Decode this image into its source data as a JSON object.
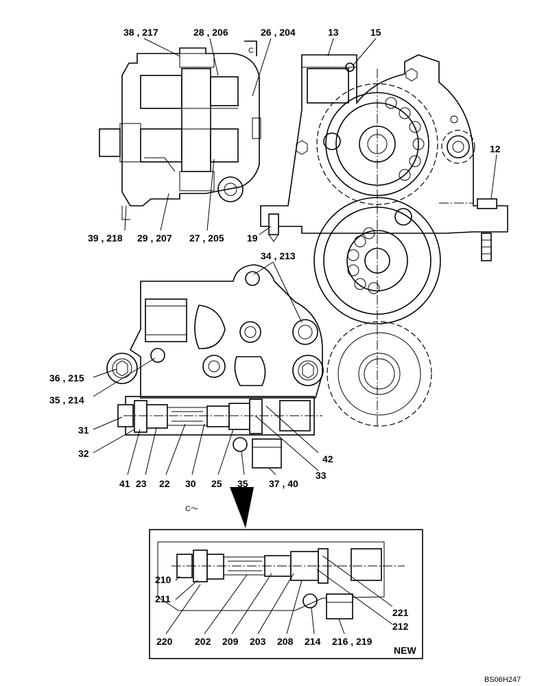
{
  "callouts": {
    "c38_217": "38 , 217",
    "c28_206": "28 , 206",
    "c26_204": "26 , 204",
    "c13": "13",
    "c15": "15",
    "c12": "12",
    "c39_218": "39 , 218",
    "c29_207": "29 , 207",
    "c27_205": "27 , 205",
    "c19": "19",
    "c34_213": "34 , 213",
    "c36_215": "36 , 215",
    "c35_214": "35 , 214",
    "c31": "31",
    "c32": "32",
    "c42": "42",
    "c33": "33",
    "c41": "41",
    "c23": "23",
    "c22": "22",
    "c30": "30",
    "c25": "25",
    "c35": "35",
    "c37_40": "37 , 40",
    "c210": "210",
    "c211": "211",
    "c221": "221",
    "c212": "212",
    "c220": "220",
    "c202": "202",
    "c209": "209",
    "c203": "203",
    "c208": "208",
    "c214": "214",
    "c216_219": "216 , 219"
  },
  "section_marker": "C",
  "section_view_label": "C～",
  "new_badge": "NEW",
  "drawing_code": "BS06H247"
}
